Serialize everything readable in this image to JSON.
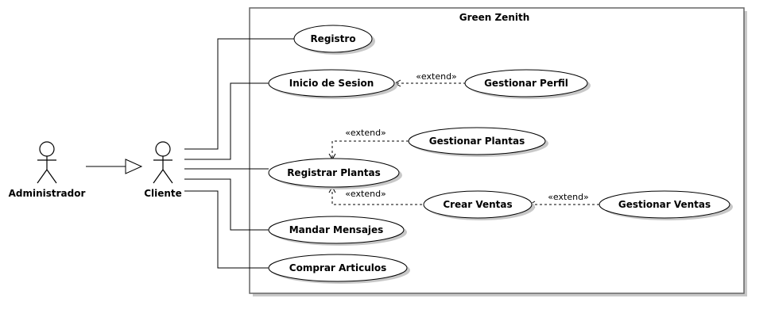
{
  "system": {
    "name": "Green Zenith"
  },
  "actors": {
    "admin": {
      "name": "Administrador"
    },
    "client": {
      "name": "Cliente"
    }
  },
  "use_cases": {
    "registro": "Registro",
    "inicio_sesion": "Inicio de Sesion",
    "gestionar_perfil": "Gestionar Perfil",
    "gestionar_plantas": "Gestionar Plantas",
    "registrar_plantas": "Registrar Plantas",
    "crear_ventas": "Crear Ventas",
    "gestionar_ventas": "Gestionar Ventas",
    "mandar_mensajes": "Mandar Mensajes",
    "comprar_articulos": "Comprar Articulos"
  },
  "stereotypes": {
    "extend": "«extend»"
  }
}
